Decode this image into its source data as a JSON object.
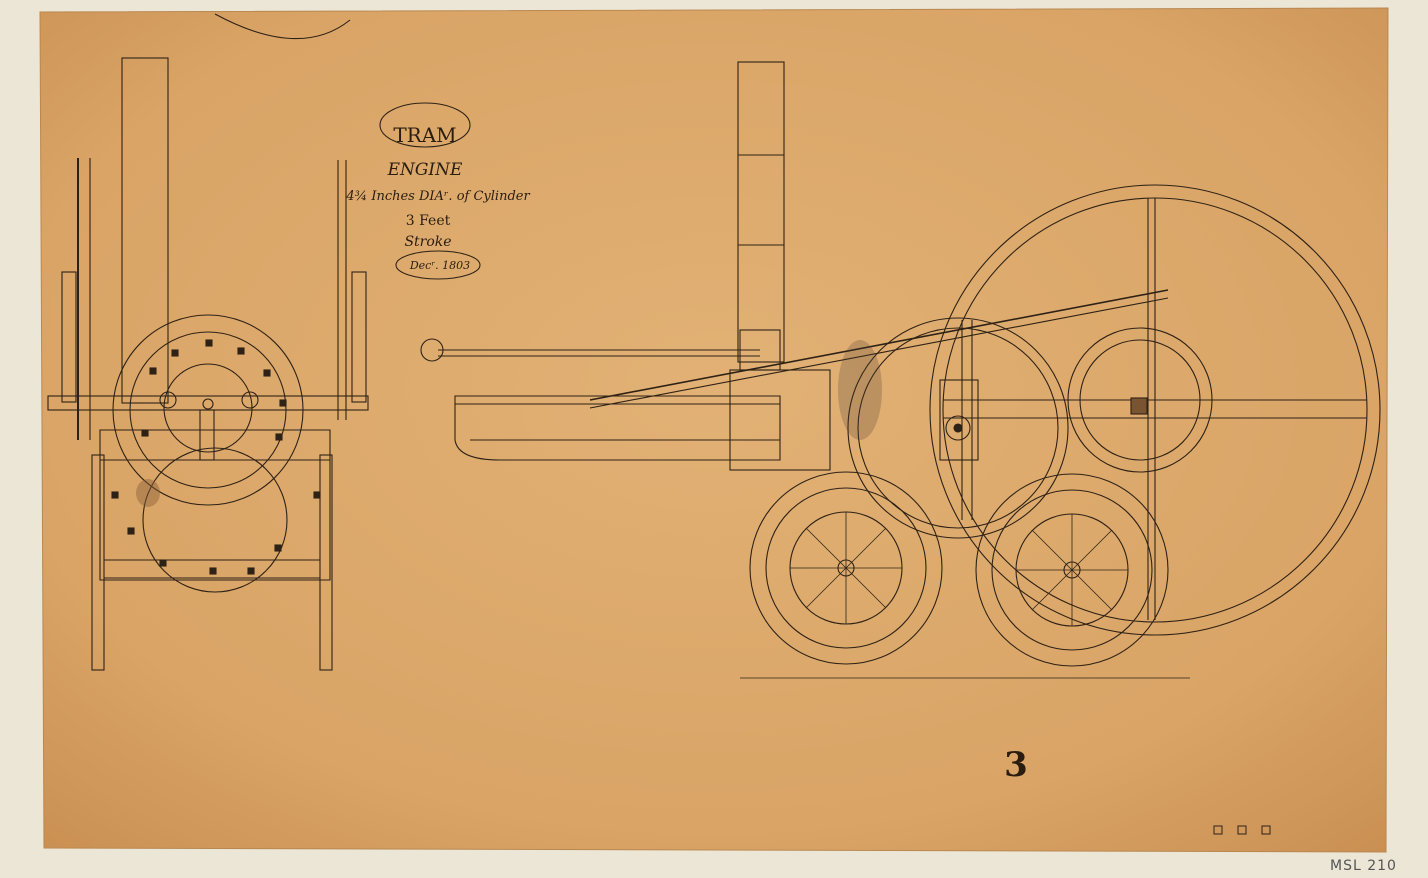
{
  "cartouche": {
    "line1": "TRAM",
    "line2": "ENGINE",
    "line3": "4¾ Inches DIAʳ. of Cylinder",
    "line4": "3 Feet",
    "line5": "Stroke",
    "date": "Decʳ. 1803"
  },
  "sheet_number": "3",
  "reference": "MSL 210",
  "colors": {
    "paper": "#dba769",
    "ink": "#2e2216",
    "mount": "#ece6d6"
  }
}
